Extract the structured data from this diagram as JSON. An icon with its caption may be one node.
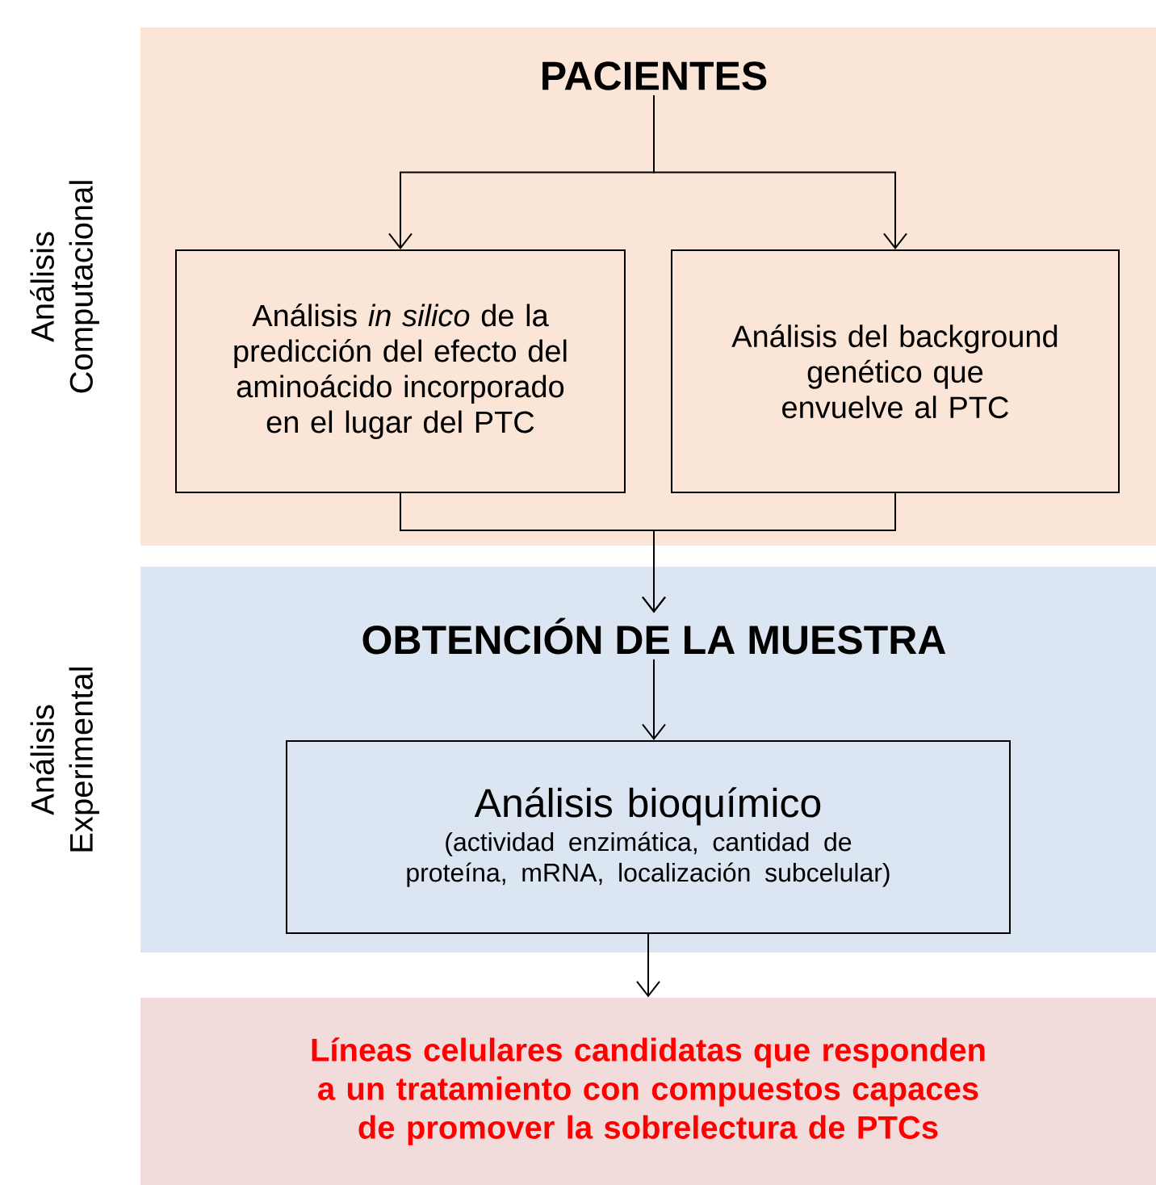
{
  "diagram": {
    "nodes": [
      {
        "text": [
          "Análisis Computacional"
        ]
      },
      {
        "text": [
          "PACIENTES"
        ],
        "in": 0
      },
      {
        "text": [
          "Análisis *in silico* de la predicción del efecto del aminoácido incorporado en el lugar del PTC"
        ],
        "in": 0
      },
      {
        "text": [
          "Análisis del background genético que envuelve al PTC"
        ],
        "in": 0
      },
      {
        "text": [
          "Análisis Experimental"
        ]
      },
      {
        "text": [
          "OBTENCIÓN DE LA MUESTRA"
        ],
        "in": 4
      },
      {
        "text": [
          "Análisis bioquímico",
          "(actividad enzimática, cantidad de proteína, mRNA, localización subcelular)"
        ],
        "in": 4
      },
      {
        "text": [
          "Líneas celulares candidatas que responden a un tratamiento con compuestos capaces de promover la sobrelectura de PTCs"
        ]
      }
    ],
    "edges": [
      {
        "from": 1,
        "to": 2,
        "arrow": "to"
      },
      {
        "from": 1,
        "to": 3,
        "arrow": "to"
      },
      {
        "from": 2,
        "to": 5,
        "arrow": "to"
      },
      {
        "from": 3,
        "to": 5,
        "arrow": "to"
      },
      {
        "from": 5,
        "to": 6,
        "arrow": "to"
      },
      {
        "from": 6,
        "to": 7,
        "arrow": "to"
      }
    ]
  }
}
